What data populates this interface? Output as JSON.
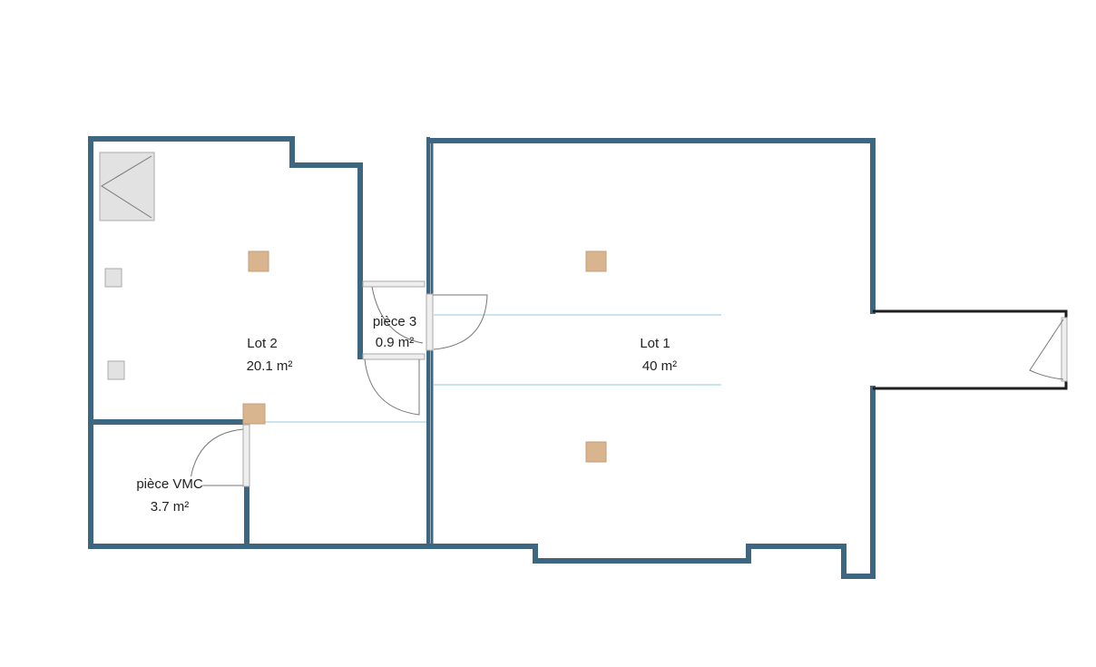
{
  "rooms": [
    {
      "name": "Lot 2",
      "area": "20.1 m²"
    },
    {
      "name": "pièce 3",
      "area": "0.9 m²"
    },
    {
      "name": "Lot 1",
      "area": "40 m²"
    },
    {
      "name": "pièce VMC",
      "area": "3.7 m²"
    }
  ],
  "colors": {
    "wall": "#3d6680",
    "fixture": "#d8b48f",
    "guide_line": "#a8d4e0"
  }
}
